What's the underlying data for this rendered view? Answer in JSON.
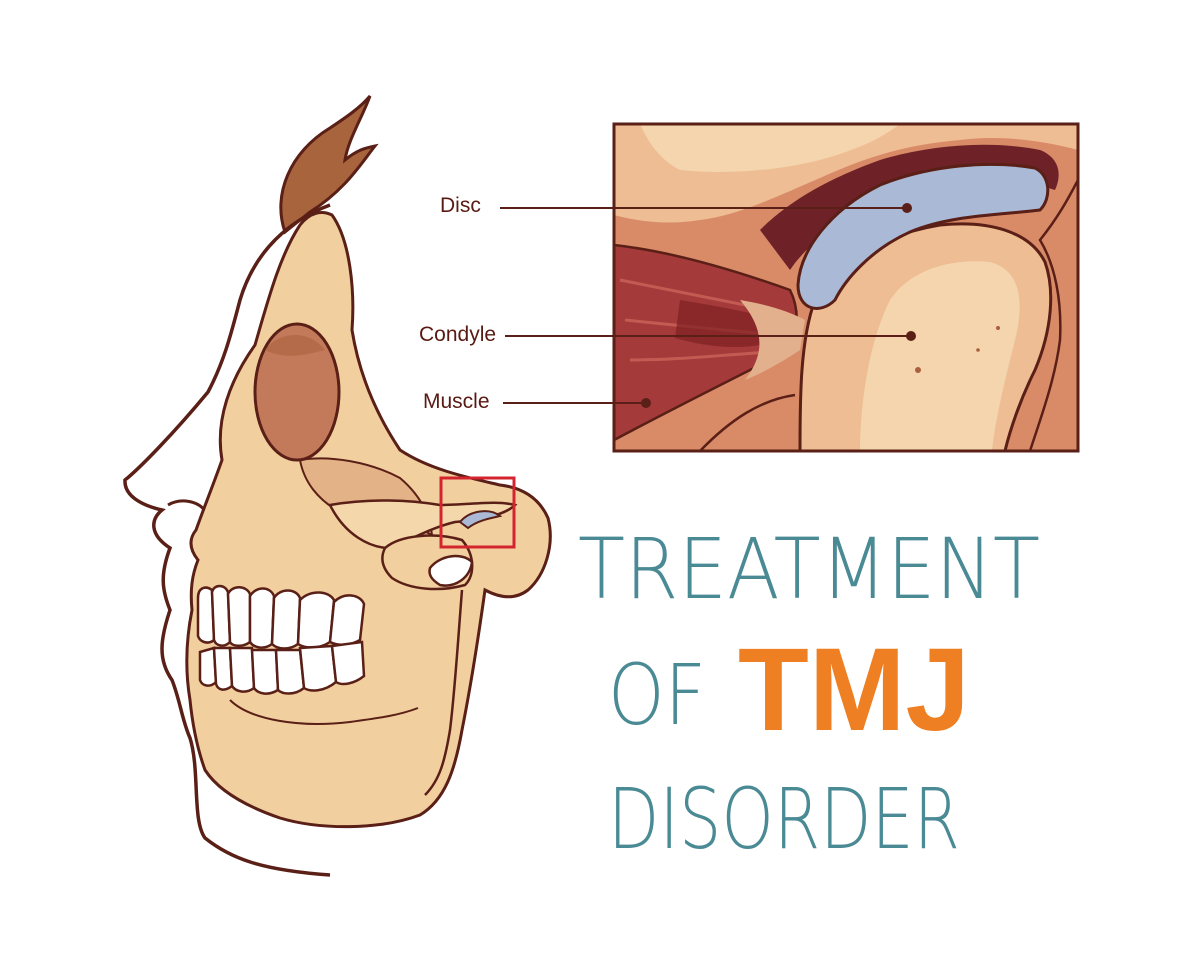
{
  "labels": {
    "disc": "Disc",
    "condyle": "Condyle",
    "muscle": "Muscle"
  },
  "title": {
    "line1": "TREATMENT",
    "line2_prefix": "OF",
    "line2_emphasis": "TMJ",
    "line3": "DISORDER"
  },
  "colors": {
    "bone": "#f1cf9f",
    "bone_shadow": "#e6b88a",
    "outline": "#5a1f16",
    "skin_bg": "#d98b68",
    "disc": "#a9b9d6",
    "muscle": "#a43a3a",
    "title_teal": "#4a8a94",
    "title_orange": "#ee7f22",
    "highlight_box": "#d4252f"
  }
}
